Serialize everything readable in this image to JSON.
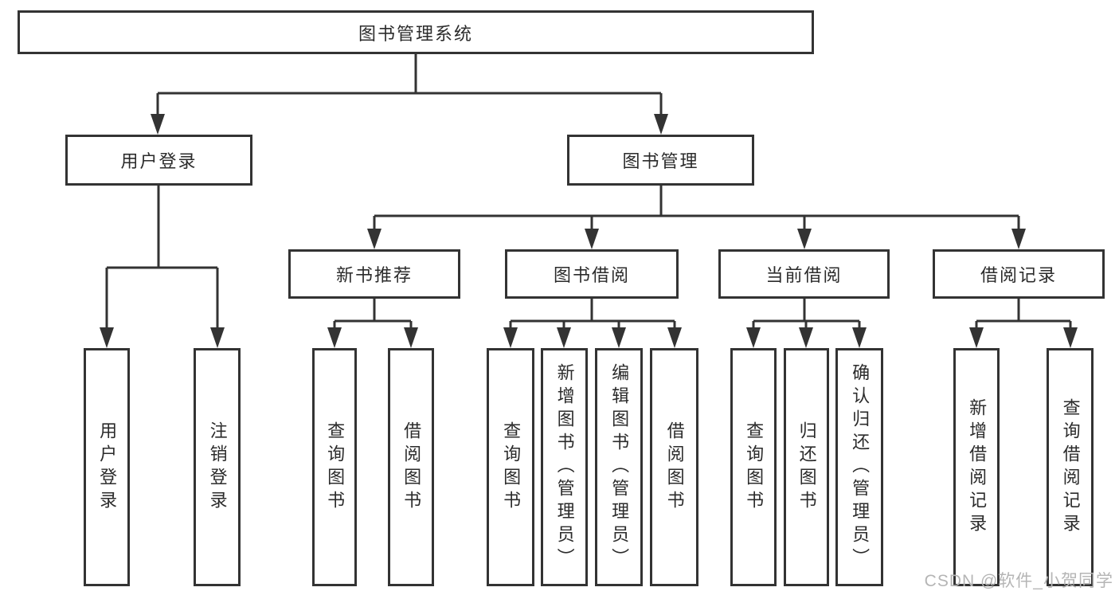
{
  "diagram": {
    "root": {
      "label": "图书管理系统"
    },
    "level2": {
      "user_login": {
        "label": "用户登录"
      },
      "book_mgmt": {
        "label": "图书管理"
      }
    },
    "level3": {
      "new_book_rec": {
        "label": "新书推荐"
      },
      "book_borrow": {
        "label": "图书借阅"
      },
      "current_borrow": {
        "label": "当前借阅"
      },
      "borrow_records": {
        "label": "借阅记录"
      }
    },
    "leaves": {
      "user_login": [
        "用户登录",
        "注销登录"
      ],
      "new_book_rec": [
        "查询图书",
        "借阅图书"
      ],
      "book_borrow": [
        "查询图书",
        "新增图书（管理员）",
        "编辑图书（管理员）",
        "借阅图书"
      ],
      "current_borrow": [
        "查询图书",
        "归还图书",
        "确认归还（管理员）"
      ],
      "borrow_records": [
        "新增借阅记录",
        "查询借阅记录"
      ]
    }
  },
  "watermark": {
    "text": "CSDN @软件_小贺同学"
  },
  "colors": {
    "line": "#333333",
    "box_border": "#333333",
    "text": "#2b2b2b",
    "watermark": "#b5b5b5",
    "background": "#ffffff"
  }
}
